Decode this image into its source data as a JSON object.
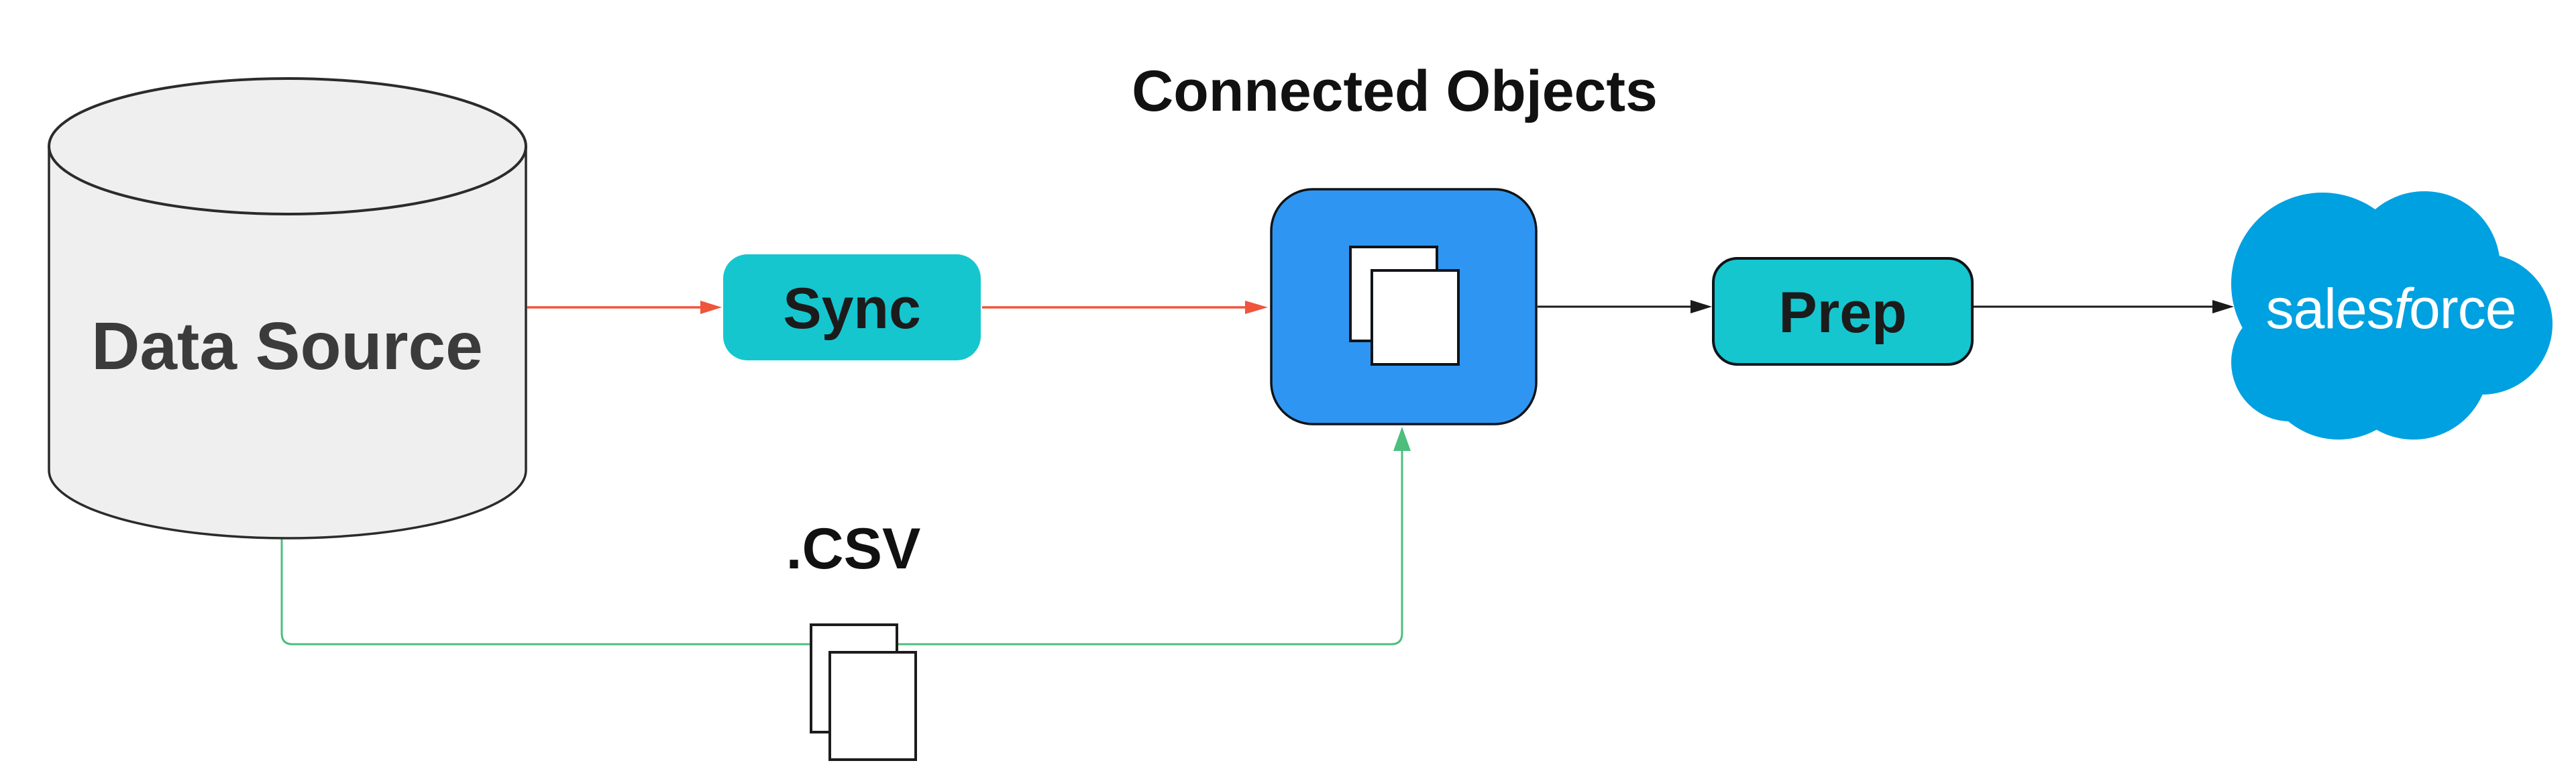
{
  "diagram": {
    "title": "Connected Objects",
    "nodes": {
      "data_source": {
        "label": "Data Source"
      },
      "sync": {
        "label": "Sync"
      },
      "prep": {
        "label": "Prep"
      },
      "csv": {
        "label": ".CSV"
      },
      "salesforce": {
        "text_sales": "sales",
        "text_f": "f",
        "text_orce": "orce"
      }
    },
    "colors": {
      "teal": "#15C6CF",
      "connected_blue": "#2E96F2",
      "salesforce_blue": "#00A1E0",
      "arrow_red": "#F0543C",
      "line_green": "#4CBE7E",
      "line_black": "#1a1a1a",
      "cylinder_fill": "#EFEFEF",
      "cylinder_stroke": "#2b2b2b"
    }
  }
}
